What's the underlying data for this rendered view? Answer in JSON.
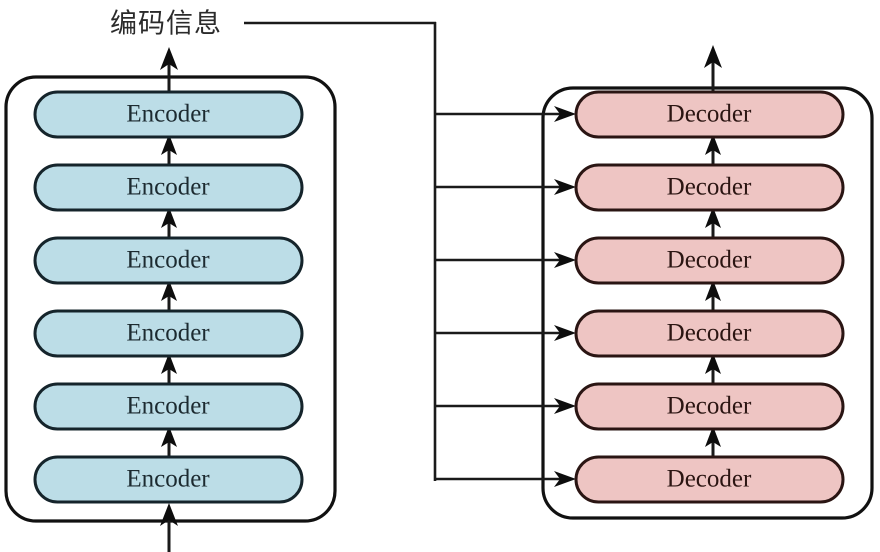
{
  "diagram": {
    "title_label": "编码信息",
    "colors": {
      "encoder_fill": "#bcdde7",
      "encoder_stroke": "#15242b",
      "decoder_fill": "#eec5c3",
      "decoder_stroke": "#2a1513",
      "line": "#1a1a1a",
      "frame": "#111111",
      "background": "#ffffff"
    },
    "encoder_stack": {
      "name": "Encoder stack",
      "count": 6,
      "blocks": [
        {
          "label": "Encoder"
        },
        {
          "label": "Encoder"
        },
        {
          "label": "Encoder"
        },
        {
          "label": "Encoder"
        },
        {
          "label": "Encoder"
        },
        {
          "label": "Encoder"
        }
      ]
    },
    "decoder_stack": {
      "name": "Decoder stack",
      "count": 6,
      "blocks": [
        {
          "label": "Decoder"
        },
        {
          "label": "Decoder"
        },
        {
          "label": "Decoder"
        },
        {
          "label": "Decoder"
        },
        {
          "label": "Decoder"
        },
        {
          "label": "Decoder"
        }
      ]
    },
    "connections": {
      "encoder_output_arrow": "upward arrow out of top encoder",
      "decoder_output_arrow": "upward arrow out of top decoder",
      "encoder_input_arrow": "upward arrow into bottom encoder",
      "bus_branch_count": 6,
      "bus_description": "encoded information bus feeding every decoder"
    }
  }
}
